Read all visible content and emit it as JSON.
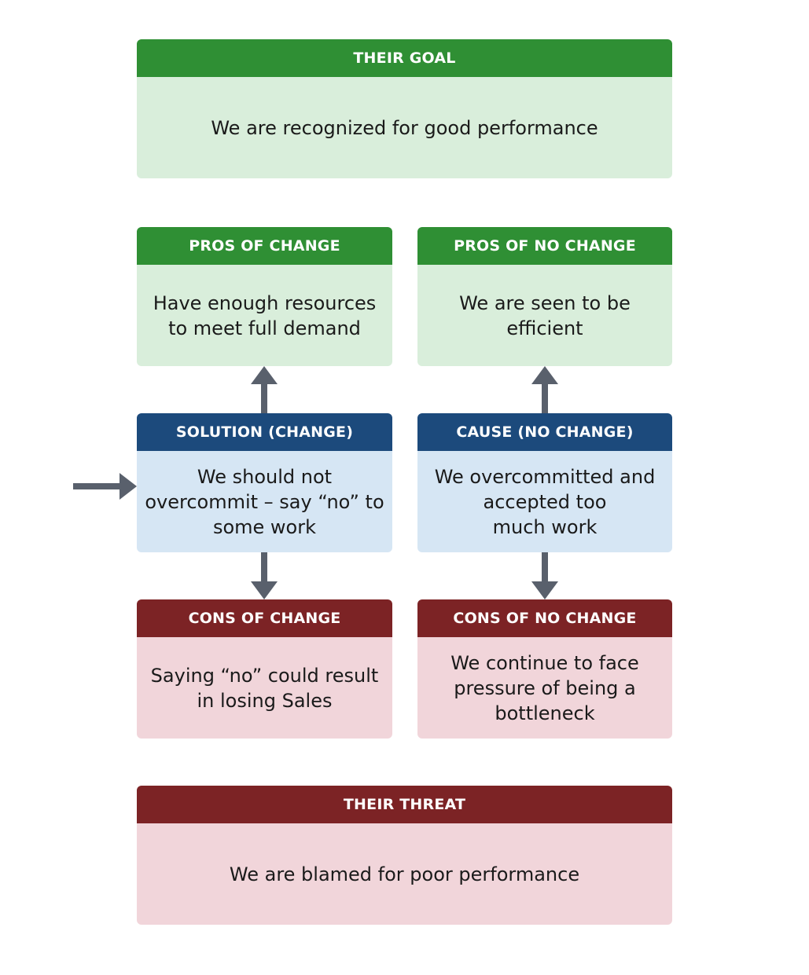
{
  "goal": {
    "title": "THEIR GOAL",
    "text": "We are recognized for good performance"
  },
  "pros_change": {
    "title": "PROS OF CHANGE",
    "text": "Have enough resources\nto meet full demand"
  },
  "pros_no_change": {
    "title": "PROS OF NO CHANGE",
    "text": "We are seen to be\nefficient"
  },
  "solution": {
    "title": "SOLUTION (CHANGE)",
    "text": "We should not\novercommit – say  “no” to\nsome work"
  },
  "cause": {
    "title": "CAUSE (NO CHANGE)",
    "text": "We overcommitted and\naccepted too\nmuch work"
  },
  "cons_change": {
    "title": "CONS OF CHANGE",
    "text": "Saying “no” could result\nin losing  Sales"
  },
  "cons_no_change": {
    "title": "CONS OF NO CHANGE",
    "text": "We continue to face\npressure of being a\nbottleneck"
  },
  "threat": {
    "title": "THEIR THREAT",
    "text": "We are blamed for poor performance"
  },
  "colors": {
    "green_header": "#2f8f34",
    "green_body": "#d9eedb",
    "blue_header": "#1c4a7c",
    "blue_body": "#d6e6f4",
    "red_header": "#7c2325",
    "red_body": "#f1d5da",
    "arrow": "#59606c"
  }
}
